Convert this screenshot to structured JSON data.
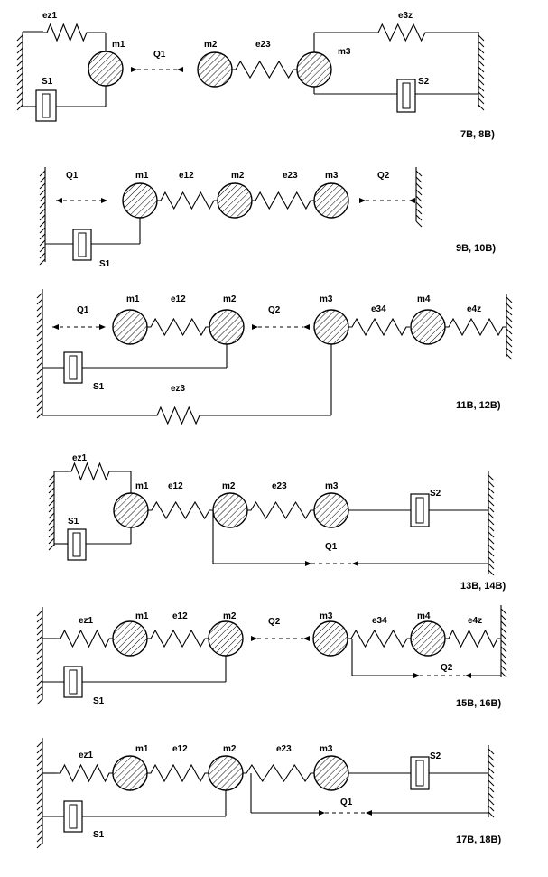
{
  "diagrams": [
    {
      "caption": "7B, 8B)",
      "masses": [
        "m1",
        "m2",
        "m3"
      ],
      "springs": [
        "ez1",
        "e23",
        "e3z"
      ],
      "dampers": [
        "S1",
        "S2"
      ],
      "forces": [
        "Q1"
      ]
    },
    {
      "caption": "9B, 10B)",
      "masses": [
        "m1",
        "m2",
        "m3"
      ],
      "springs": [
        "e12",
        "e23"
      ],
      "dampers": [
        "S1"
      ],
      "forces": [
        "Q1",
        "Q2"
      ]
    },
    {
      "caption": "11B, 12B)",
      "masses": [
        "m1",
        "m2",
        "m3",
        "m4"
      ],
      "springs": [
        "e12",
        "e34",
        "e4z",
        "ez3"
      ],
      "dampers": [
        "S1"
      ],
      "forces": [
        "Q1",
        "Q2"
      ]
    },
    {
      "caption": "13B, 14B)",
      "masses": [
        "m1",
        "m2",
        "m3"
      ],
      "springs": [
        "ez1",
        "e12",
        "e23"
      ],
      "dampers": [
        "S1",
        "S2"
      ],
      "forces": [
        "Q1"
      ]
    },
    {
      "caption": "15B, 16B)",
      "masses": [
        "m1",
        "m2",
        "m3",
        "m4"
      ],
      "springs": [
        "ez1",
        "e12",
        "e34",
        "e4z"
      ],
      "dampers": [
        "S1"
      ],
      "forces": [
        "Q2",
        "Q2"
      ]
    },
    {
      "caption": "17B, 18B)",
      "masses": [
        "m1",
        "m2",
        "m3"
      ],
      "springs": [
        "ez1",
        "e12",
        "e23"
      ],
      "dampers": [
        "S1",
        "S2"
      ],
      "forces": [
        "Q1"
      ]
    }
  ]
}
